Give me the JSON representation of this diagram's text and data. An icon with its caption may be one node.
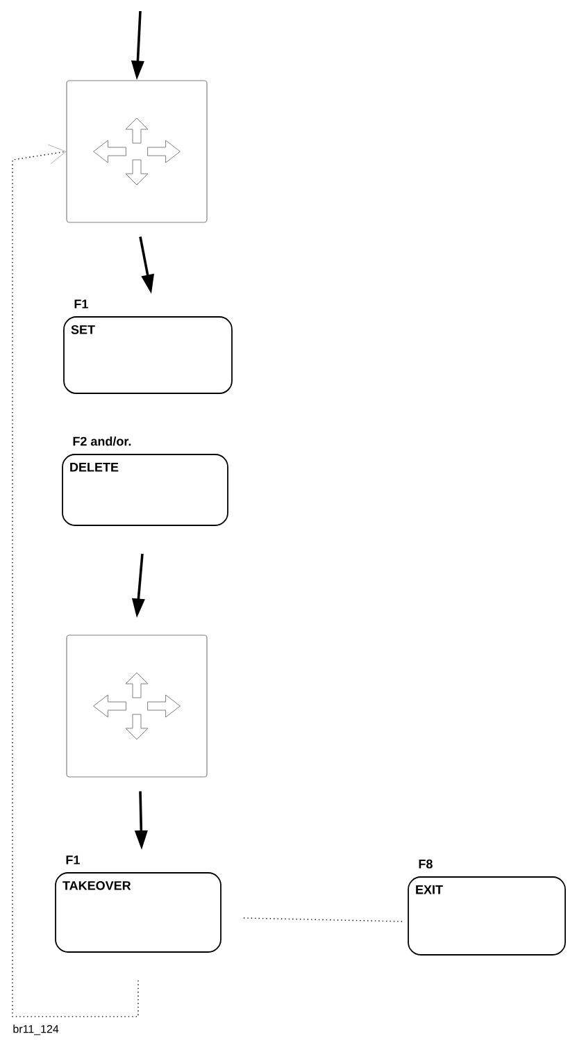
{
  "diagram": {
    "nodes": [
      {
        "text": [],
        "shape": "box"
      },
      {
        "text": [
          "SET"
        ],
        "beside": [
          "F1"
        ]
      },
      {
        "text": [
          "DELETE"
        ],
        "beside": [
          "F2 and/or."
        ]
      },
      {
        "text": [],
        "shape": "box"
      },
      {
        "text": [
          "TAKEOVER"
        ],
        "beside": [
          "F1"
        ]
      },
      {
        "text": [
          "EXIT"
        ],
        "beside": [
          "F8"
        ]
      }
    ],
    "edges": [
      {
        "from": null,
        "to": 0,
        "arrow": "to"
      },
      {
        "from": 0,
        "to": 1,
        "arrow": "to"
      },
      {
        "from": 2,
        "to": 3,
        "arrow": "to"
      },
      {
        "from": 3,
        "to": 4,
        "arrow": "to"
      },
      {
        "from": 4,
        "to": 5,
        "arrow": "none",
        "style": "dashed"
      },
      {
        "from": 4,
        "to": 0,
        "arrow": "to",
        "style": "dashed"
      }
    ],
    "labels": [
      "br11_124"
    ]
  }
}
